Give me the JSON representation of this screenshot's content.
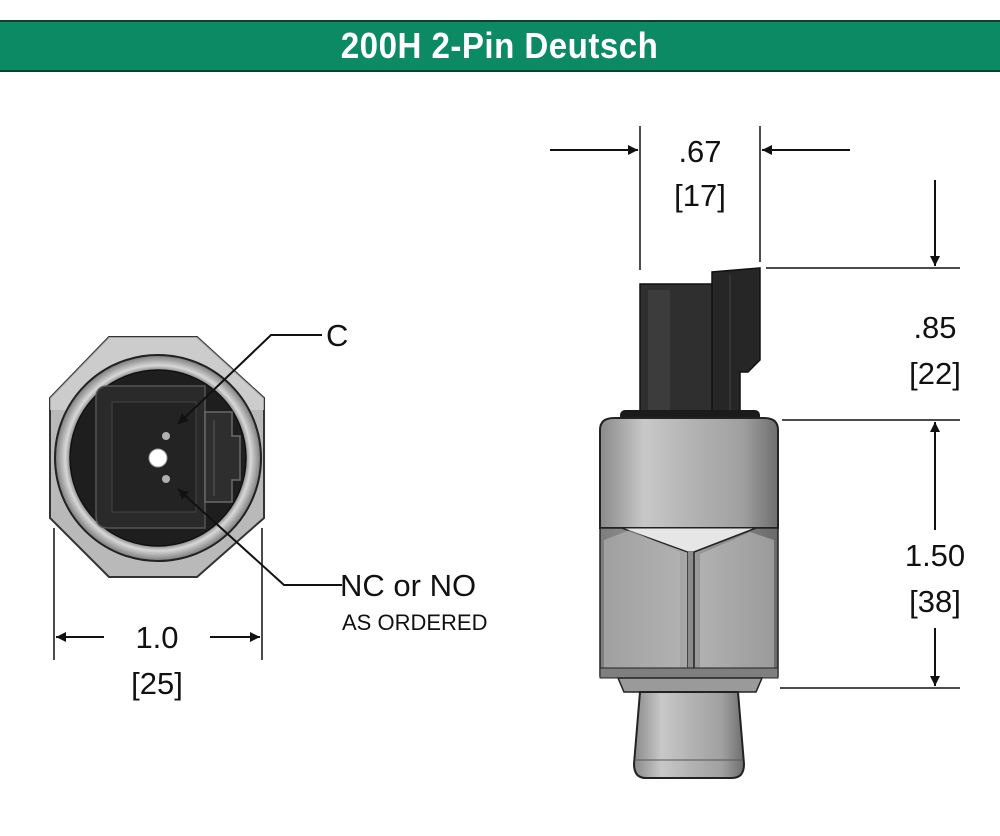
{
  "title": "200H 2-Pin Deutsch",
  "colors": {
    "banner": "#0b8a64",
    "banner_text": "#ffffff"
  },
  "front_view": {
    "label_c": "C",
    "label_nc_no": "NC or NO",
    "label_as_ordered": "AS ORDERED",
    "width_in": "1.0",
    "width_mm": "[25]"
  },
  "side_view": {
    "connector_width_in": ".67",
    "connector_width_mm": "[17]",
    "connector_height_in": ".85",
    "connector_height_mm": "[22]",
    "body_height_in": "1.50",
    "body_height_mm": "[38]"
  }
}
